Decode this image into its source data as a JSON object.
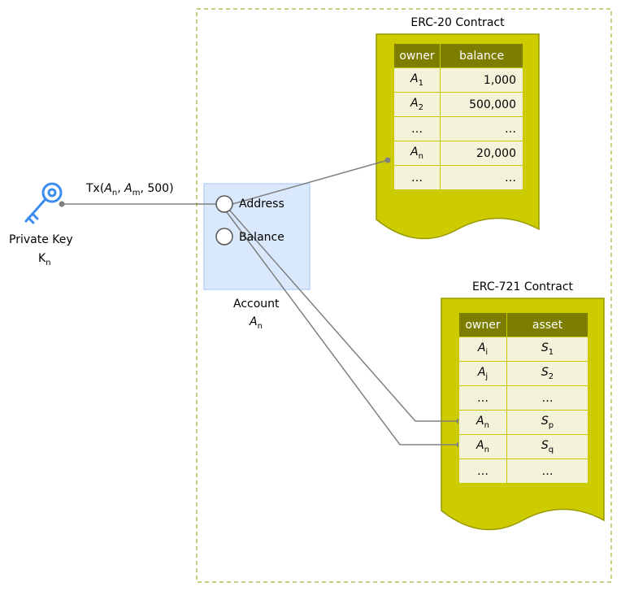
{
  "tx_label": {
    "prefix": "Tx(",
    "a1": "A",
    "a1_sub": "n",
    "sep1": ",",
    "a2": "A",
    "a2_sub": "m",
    "suffix": ", 500)"
  },
  "private_key": {
    "label": "Private Key",
    "sym": "K",
    "sym_sub": "n"
  },
  "account": {
    "address_label": "Address",
    "balance_label": "Balance",
    "caption": "Account",
    "sym": "A",
    "sym_sub": "n"
  },
  "erc20": {
    "title": "ERC-20 Contract",
    "headers": [
      "owner",
      "balance"
    ],
    "rows": [
      {
        "owner": "A",
        "sub": "1",
        "value": "1,000"
      },
      {
        "owner": "A",
        "sub": "2",
        "value": "500,000"
      },
      {
        "owner": "…",
        "sub": "",
        "value": "…"
      },
      {
        "owner": "A",
        "sub": "n",
        "value": "20,000"
      },
      {
        "owner": "…",
        "sub": "",
        "value": "…"
      }
    ]
  },
  "erc721": {
    "title": "ERC-721 Contract",
    "headers": [
      "owner",
      "asset"
    ],
    "rows": [
      {
        "owner": "A",
        "sub": "i",
        "value": "S",
        "vsub": "1"
      },
      {
        "owner": "A",
        "sub": "j",
        "value": "S",
        "vsub": "2"
      },
      {
        "owner": "…",
        "sub": "",
        "value": "…",
        "vsub": ""
      },
      {
        "owner": "A",
        "sub": "n",
        "value": "S",
        "vsub": "p"
      },
      {
        "owner": "A",
        "sub": "n",
        "value": "S",
        "vsub": "q"
      },
      {
        "owner": "…",
        "sub": "",
        "value": "…",
        "vsub": ""
      }
    ]
  },
  "colors": {
    "contract_fill": "#cccc00",
    "contract_stroke": "#999900",
    "header_fill": "#7d7d00",
    "cell_fill": "#f3f3da",
    "account_fill": "#dae8fc",
    "account_stroke": "#bcd4f5",
    "key_color": "#3d8cf0",
    "line_color": "#808080",
    "dashed_border": "#999900"
  }
}
